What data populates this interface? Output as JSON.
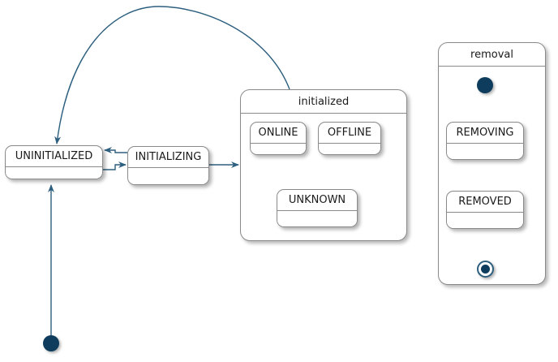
{
  "diagram": {
    "type": "uml-state-machine",
    "title": "",
    "colors": {
      "edge": "#2d5f7f",
      "node_fill": "#0d3c5c",
      "box_border": "#8a8a8a",
      "box_fill": "#ffffff",
      "background": "#ffffff",
      "text": "#1a1a1a"
    }
  },
  "states": {
    "uninitialized": {
      "label": "UNINITIALIZED"
    },
    "initializing": {
      "label": "INITIALIZING"
    },
    "online": {
      "label": "ONLINE"
    },
    "offline": {
      "label": "OFFLINE"
    },
    "unknown": {
      "label": "UNKNOWN"
    },
    "removing": {
      "label": "REMOVING"
    },
    "removed": {
      "label": "REMOVED"
    }
  },
  "composites": {
    "initialized": {
      "label": "initialized"
    },
    "removal": {
      "label": "removal"
    }
  },
  "pseudo_states": {
    "start_main": {
      "label": "initial-state"
    },
    "start_removal": {
      "label": "initial-state"
    },
    "end_removal": {
      "label": "final-state"
    }
  },
  "transitions": [
    {
      "from": "start_main",
      "to": "uninitialized",
      "label": ""
    },
    {
      "from": "uninitialized",
      "to": "initializing",
      "label": ""
    },
    {
      "from": "initializing",
      "to": "uninitialized",
      "label": ""
    },
    {
      "from": "initializing",
      "to": "initialized",
      "label": ""
    },
    {
      "from": "initialized",
      "to": "uninitialized",
      "label": ""
    },
    {
      "from": "offline",
      "to": "online",
      "label": ""
    },
    {
      "from": "online",
      "to": "offline",
      "label": ""
    },
    {
      "from": "online",
      "to": "unknown",
      "label": ""
    },
    {
      "from": "unknown",
      "to": "online",
      "label": ""
    },
    {
      "from": "offline",
      "to": "unknown",
      "label": ""
    },
    {
      "from": "unknown",
      "to": "offline",
      "label": ""
    },
    {
      "from": "start_removal",
      "to": "removing",
      "label": ""
    },
    {
      "from": "removing",
      "to": "removed",
      "label": ""
    },
    {
      "from": "removed",
      "to": "end_removal",
      "label": ""
    }
  ]
}
